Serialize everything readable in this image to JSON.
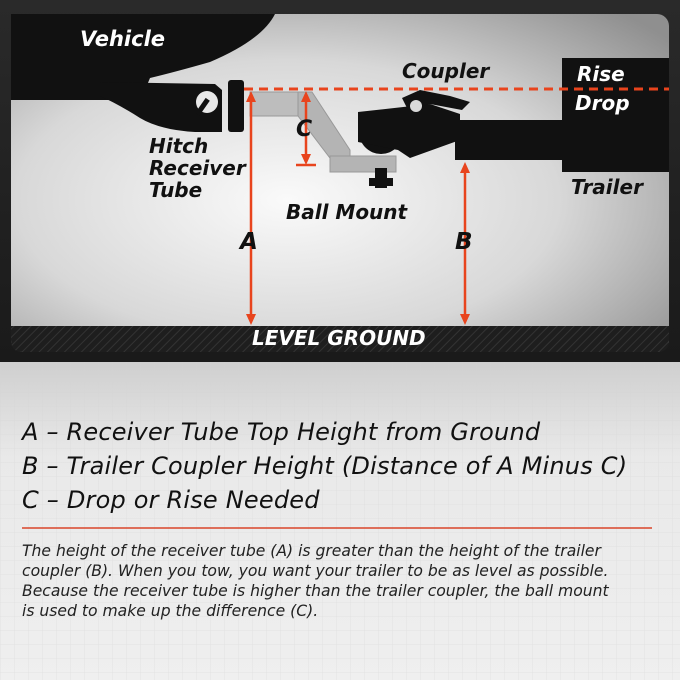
{
  "diagram": {
    "labels": {
      "vehicle": "Vehicle",
      "coupler": "Coupler",
      "rise": "Rise",
      "drop": "Drop",
      "hitch_line1": "Hitch",
      "hitch_line2": "Receiver",
      "hitch_line3": "Tube",
      "c": "C",
      "ball_mount": "Ball Mount",
      "trailer": "Trailer",
      "a": "A",
      "b": "B",
      "level_ground": "LEVEL GROUND"
    },
    "colors": {
      "measure": "#e8441d",
      "silhouette": "#111111",
      "ground": "#1a1a1a",
      "divider": "#d9452b"
    }
  },
  "legend": {
    "a": "A – Receiver Tube Top Height from Ground",
    "b": "B – Trailer Coupler Height (Distance of A Minus C)",
    "c": "C – Drop or Rise Needed"
  },
  "description": {
    "line1": "The height of the receiver tube (A) is greater than the height of the trailer",
    "line2": "coupler (B). When you tow, you want your trailer to be as level as possible.",
    "line3": "Because the receiver tube is higher than the trailer coupler, the ball mount",
    "line4": "is used to make up the difference (C)."
  }
}
